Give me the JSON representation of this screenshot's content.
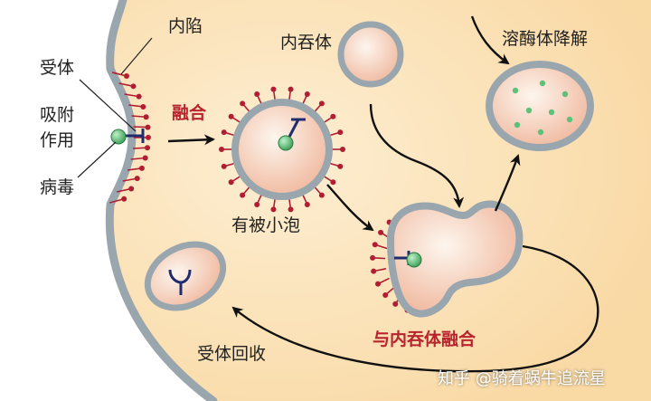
{
  "labels": {
    "invagination": "内陷",
    "receptor": "受体",
    "adsorption_line1": "吸附",
    "adsorption_line2": "作用",
    "virus": "病毒",
    "fusion": "融合",
    "endosome": "内吞体",
    "lysosome": "溶酶体降解",
    "coated_vesicle": "有被小泡",
    "fuse_with_endosome": "与内吞体融合",
    "receptor_recycling": "受体回收"
  },
  "watermark": "知乎 @骑着蜗牛追流星",
  "colors": {
    "cytoplasm": "#fce5be",
    "membrane": "#9aa6ae",
    "vesicle_fill": "#f4c8b4",
    "spike": "#b01e32",
    "virus": "#5fc07a",
    "receptor": "#1f2d6e",
    "arrow": "#111111",
    "label_red": "#b8242e"
  }
}
